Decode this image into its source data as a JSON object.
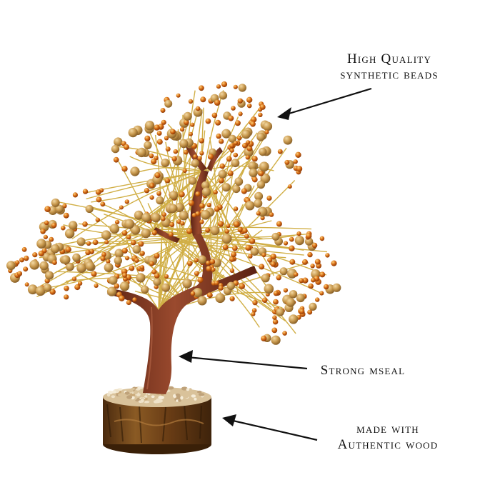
{
  "product_image": {
    "subject": "beaded-bonsai-tree",
    "colors": {
      "background": "#ffffff",
      "trunk": "#7a3520",
      "trunk_highlight": "#a5573a",
      "wire": "#c9a227",
      "bead_gold": "#c99a4f",
      "bead_amber": "#c45a12",
      "bead_amber_light": "#e89a2c",
      "stones": "#e6d5b8",
      "wood_base": "#7a4a1c",
      "arrow": "#111111"
    }
  },
  "callouts": {
    "beads": {
      "line1": "High Quality",
      "line2": "synthetic beads"
    },
    "mseal": {
      "line1": "Strong mseal"
    },
    "wood": {
      "line1": "made with",
      "line2": "Authentic wood"
    }
  }
}
